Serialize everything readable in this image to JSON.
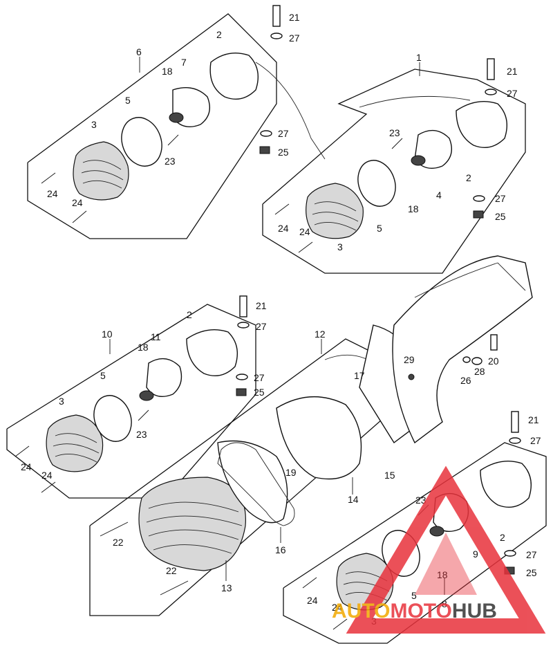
{
  "callouts": {
    "n1": "1",
    "n2": "2",
    "n3": "3",
    "n4": "4",
    "n5": "5",
    "n6": "6",
    "n7": "7",
    "n8": "8",
    "n9": "9",
    "n10": "10",
    "n11": "11",
    "n12": "12",
    "n13": "13",
    "n14": "14",
    "n15": "15",
    "n16": "16",
    "n17": "17",
    "n18": "18",
    "n19": "19",
    "n20": "20",
    "n21": "21",
    "n22": "22",
    "n23": "23",
    "n24": "24",
    "n25": "25",
    "n26": "26",
    "n27": "27",
    "n28": "28",
    "n29": "29"
  },
  "watermark": {
    "part1": "AUTO",
    "part2": "MOTO",
    "part3": "HUB",
    "color_primary": "#e8323c",
    "color_secondary": "#f2a900",
    "color_dark": "#333333"
  }
}
